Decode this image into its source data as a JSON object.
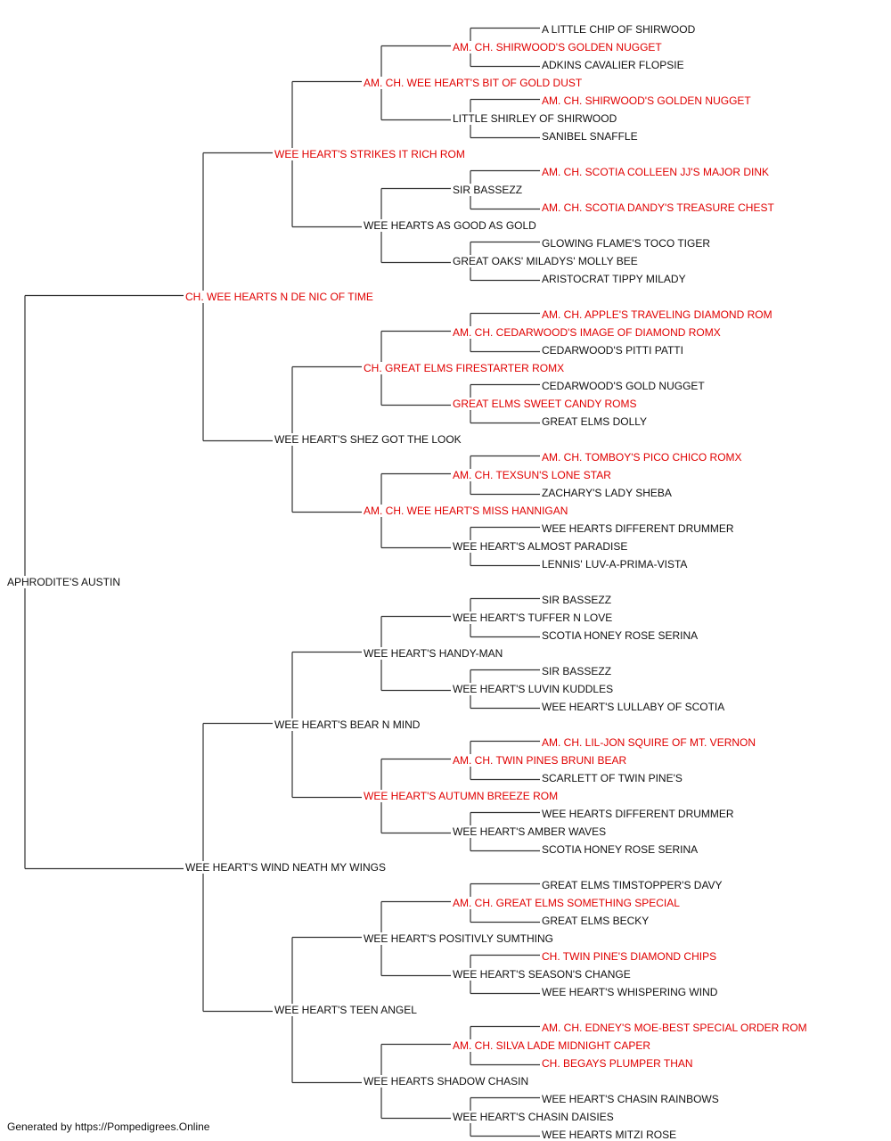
{
  "pedigree": {
    "subject": {
      "name": "APHRODITE'S AUSTIN",
      "red": false
    },
    "sire": {
      "name": "CH. WEE HEARTS N DE NIC OF TIME",
      "red": true
    },
    "dam": {
      "name": "WEE HEART'S WIND NEATH MY WINGS",
      "red": false
    },
    "sire_sire": {
      "name": "WEE HEART'S STRIKES IT RICH ROM",
      "red": true
    },
    "sire_dam": {
      "name": "WEE HEART'S SHEZ GOT THE LOOK",
      "red": false
    },
    "dam_sire": {
      "name": "WEE HEART'S BEAR N MIND",
      "red": false
    },
    "dam_dam": {
      "name": "WEE HEART'S TEEN ANGEL",
      "red": false
    },
    "gen3": [
      {
        "name": "AM. CH. WEE HEART'S BIT OF GOLD DUST",
        "red": true
      },
      {
        "name": "WEE HEARTS AS GOOD AS GOLD",
        "red": false
      },
      {
        "name": "CH. GREAT ELMS FIRESTARTER ROMX",
        "red": true
      },
      {
        "name": "AM. CH. WEE HEART'S MISS HANNIGAN",
        "red": true
      },
      {
        "name": "WEE HEART'S HANDY-MAN",
        "red": false
      },
      {
        "name": "WEE HEART'S AUTUMN BREEZE ROM",
        "red": true
      },
      {
        "name": "WEE HEART'S POSITIVLY SUMTHING",
        "red": false
      },
      {
        "name": "WEE HEARTS SHADOW CHASIN",
        "red": false
      }
    ],
    "gen4": [
      {
        "name": "AM. CH. SHIRWOOD'S GOLDEN NUGGET",
        "red": true
      },
      {
        "name": "LITTLE SHIRLEY OF SHIRWOOD",
        "red": false
      },
      {
        "name": "SIR BASSEZZ",
        "red": false
      },
      {
        "name": "GREAT OAKS' MILADYS' MOLLY BEE",
        "red": false
      },
      {
        "name": "AM. CH. CEDARWOOD'S IMAGE OF DIAMOND ROMX",
        "red": true
      },
      {
        "name": "GREAT ELMS SWEET CANDY ROMS",
        "red": true
      },
      {
        "name": "AM. CH. TEXSUN'S LONE STAR",
        "red": true
      },
      {
        "name": "WEE HEART'S ALMOST PARADISE",
        "red": false
      },
      {
        "name": "WEE HEART'S TUFFER N LOVE",
        "red": false
      },
      {
        "name": "WEE HEART'S LUVIN KUDDLES",
        "red": false
      },
      {
        "name": "AM. CH. TWIN PINES BRUNI BEAR",
        "red": true
      },
      {
        "name": "WEE HEART'S AMBER WAVES",
        "red": false
      },
      {
        "name": "AM. CH. GREAT ELMS SOMETHING SPECIAL",
        "red": true
      },
      {
        "name": "WEE HEART'S SEASON'S CHANGE",
        "red": false
      },
      {
        "name": "AM. CH. SILVA LADE MIDNIGHT CAPER",
        "red": true
      },
      {
        "name": "WEE HEART'S CHASIN DAISIES",
        "red": false
      }
    ],
    "gen5": [
      {
        "name": "A LITTLE CHIP OF SHIRWOOD",
        "red": false
      },
      {
        "name": "ADKINS CAVALIER FLOPSIE",
        "red": false
      },
      {
        "name": "AM. CH. SHIRWOOD'S GOLDEN NUGGET",
        "red": true
      },
      {
        "name": "SANIBEL SNAFFLE",
        "red": false
      },
      {
        "name": "AM. CH. SCOTIA COLLEEN JJ'S MAJOR DINK",
        "red": true
      },
      {
        "name": "AM. CH. SCOTIA DANDY'S TREASURE CHEST",
        "red": true
      },
      {
        "name": "GLOWING FLAME'S TOCO TIGER",
        "red": false
      },
      {
        "name": "ARISTOCRAT TIPPY MILADY",
        "red": false
      },
      {
        "name": "AM. CH. APPLE'S TRAVELING DIAMOND ROM",
        "red": true
      },
      {
        "name": "CEDARWOOD'S PITTI PATTI",
        "red": false
      },
      {
        "name": "CEDARWOOD'S GOLD NUGGET",
        "red": false
      },
      {
        "name": "GREAT ELMS DOLLY",
        "red": false
      },
      {
        "name": "AM. CH. TOMBOY'S PICO CHICO ROMX",
        "red": true
      },
      {
        "name": "ZACHARY'S LADY SHEBA",
        "red": false
      },
      {
        "name": "WEE HEARTS DIFFERENT DRUMMER",
        "red": false
      },
      {
        "name": "LENNIS' LUV-A-PRIMA-VISTA",
        "red": false
      },
      {
        "name": "SIR BASSEZZ",
        "red": false
      },
      {
        "name": "SCOTIA HONEY ROSE SERINA",
        "red": false
      },
      {
        "name": "SIR BASSEZZ",
        "red": false
      },
      {
        "name": "WEE HEART'S LULLABY OF SCOTIA",
        "red": false
      },
      {
        "name": "AM. CH. LIL-JON SQUIRE OF MT. VERNON",
        "red": true
      },
      {
        "name": "SCARLETT OF TWIN PINE'S",
        "red": false
      },
      {
        "name": "WEE HEARTS DIFFERENT DRUMMER",
        "red": false
      },
      {
        "name": "SCOTIA HONEY ROSE SERINA",
        "red": false
      },
      {
        "name": "GREAT ELMS TIMSTOPPER'S DAVY",
        "red": false
      },
      {
        "name": "GREAT ELMS BECKY",
        "red": false
      },
      {
        "name": "CH. TWIN PINE'S DIAMOND CHIPS",
        "red": true
      },
      {
        "name": "WEE HEART'S WHISPERING WIND",
        "red": false
      },
      {
        "name": "AM. CH. EDNEY'S MOE-BEST SPECIAL ORDER ROM",
        "red": true
      },
      {
        "name": "CH. BEGAYS PLUMPER THAN",
        "red": true
      },
      {
        "name": "WEE HEART'S CHASIN RAINBOWS",
        "red": false
      },
      {
        "name": "WEE HEARTS MITZI ROSE",
        "red": false
      }
    ]
  },
  "colors": {
    "champion": "#e00000",
    "regular": "#111111",
    "connector": "#333333"
  },
  "footer": "Generated by https://Pompedigrees.Online"
}
